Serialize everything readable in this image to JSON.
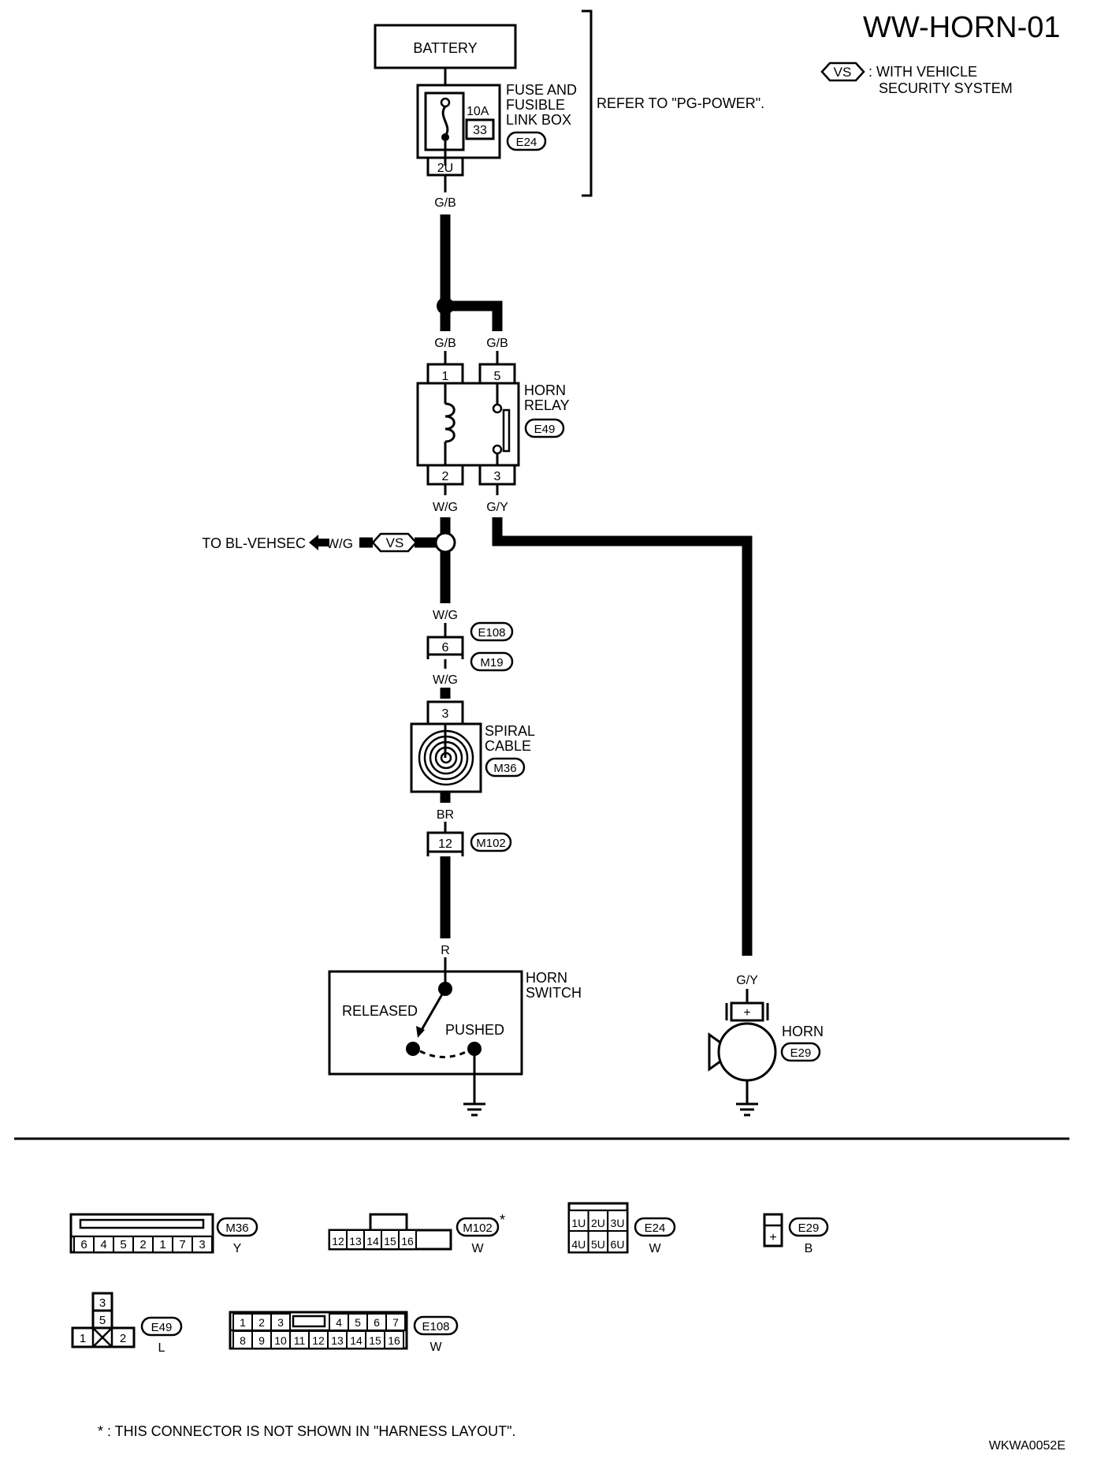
{
  "title": "WW-HORN-01",
  "legend": {
    "badge": "VS",
    "line1": ": WITH VEHICLE",
    "line2": "SECURITY SYSTEM"
  },
  "refer": "REFER TO \"PG-POWER\".",
  "battery": "BATTERY",
  "fuse_box": {
    "line1": "FUSE AND",
    "line2": "FUSIBLE",
    "line3": "LINK BOX",
    "amps": "10A",
    "fuse_no": "33",
    "connector": "E24",
    "terminal": "2U"
  },
  "wires": {
    "gb_main": "G/B",
    "gb_left": "G/B",
    "gb_right": "G/B",
    "wg1": "W/G",
    "gy1": "G/Y",
    "wg_branch": "W/G",
    "wg2": "W/G",
    "wg3": "W/G",
    "br": "BR",
    "r": "R",
    "gy_horn": "G/Y"
  },
  "horn_relay": {
    "line1": "HORN",
    "line2": "RELAY",
    "connector": "E49",
    "t1": "1",
    "t5": "5",
    "t2": "2",
    "t3": "3"
  },
  "branch": {
    "text": "TO BL-VEHSEC",
    "badge": "VS"
  },
  "joint": {
    "terminal": "6",
    "conn_a": "E108",
    "conn_b": "M19"
  },
  "spiral_cable": {
    "line1": "SPIRAL",
    "line2": "CABLE",
    "connector": "M36",
    "terminal": "3"
  },
  "m102_joint": {
    "terminal": "12",
    "connector": "M102"
  },
  "horn_switch": {
    "line1": "HORN",
    "line2": "SWITCH",
    "released": "RELEASED",
    "pushed": "PUSHED"
  },
  "horn": {
    "label": "HORN",
    "connector": "E29",
    "plus": "+"
  },
  "connectors": {
    "m36": {
      "name": "M36",
      "color": "Y",
      "pins": [
        "6",
        "4",
        "5",
        "2",
        "1",
        "7",
        "3"
      ]
    },
    "m102": {
      "name": "M102",
      "color": "W",
      "pins": [
        "12",
        "13",
        "14",
        "15",
        "16"
      ],
      "asterisk": "*"
    },
    "e24": {
      "name": "E24",
      "color": "W",
      "top": [
        "1U",
        "2U",
        "3U"
      ],
      "bottom": [
        "4U",
        "5U",
        "6U"
      ]
    },
    "e29": {
      "name": "E29",
      "color": "B",
      "pin": "+"
    },
    "e49": {
      "name": "E49",
      "color": "L",
      "p3": "3",
      "p5": "5",
      "p1": "1",
      "p2": "2"
    },
    "e108": {
      "name": "E108",
      "color": "W",
      "top_left": [
        "1",
        "2",
        "3"
      ],
      "top_right": [
        "4",
        "5",
        "6",
        "7"
      ],
      "bottom": [
        "8",
        "9",
        "10",
        "11",
        "12",
        "13",
        "14",
        "15",
        "16"
      ]
    }
  },
  "footnote": "* : THIS CONNECTOR IS NOT SHOWN IN \"HARNESS LAYOUT\".",
  "code": "WKWA0052E"
}
